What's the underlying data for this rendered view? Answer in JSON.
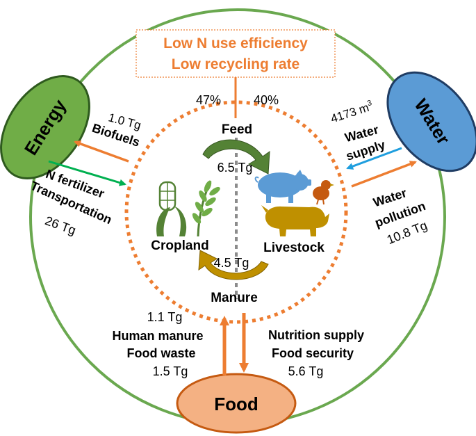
{
  "top_box": {
    "line1": "Low N use efficiency",
    "line2": "Low recycling rate",
    "left_pct": "47%",
    "right_pct": "40%"
  },
  "energy": {
    "title": "Energy",
    "biofuels_value": "1.0 Tg",
    "biofuels_label": "Biofuels",
    "fert_label_1": "N fertilizer",
    "fert_label_2": "Transportation",
    "fert_value": "26 Tg"
  },
  "water": {
    "title": "Water",
    "supply_value": "4173 m",
    "supply_unit_sup": "3",
    "supply_label_1": "Water",
    "supply_label_2": "supply",
    "pollution_label_1": "Water",
    "pollution_label_2": "pollution",
    "pollution_value": "10.8 Tg"
  },
  "food": {
    "title": "Food",
    "left_value_top": "1.1 Tg",
    "left_label_1": "Human manure",
    "left_label_2": "Food waste",
    "left_value_bottom": "1.5 Tg",
    "right_label_1": "Nutrition supply",
    "right_label_2": "Food security",
    "right_value": "5.6 Tg"
  },
  "center": {
    "feed": "Feed",
    "feed_value": "6.5 Tg",
    "cropland": "Cropland",
    "livestock": "Livestock",
    "manure_value": "4.5 Tg",
    "manure": "Manure"
  },
  "colors": {
    "ring_green": "#6aa84f",
    "orange": "#ed7d31",
    "energy_fill": "#70ad47",
    "water_fill": "#5b9bd5",
    "food_fill": "#f4b183",
    "blue_arrow": "#1f9ede",
    "green_arrow": "#00b050",
    "dark_green": "#548235",
    "gold": "#bf9000",
    "pig": "#5b9bd5"
  },
  "icons": [
    "crop-icon",
    "pig-icon",
    "chick-icon",
    "rhino-icon"
  ]
}
